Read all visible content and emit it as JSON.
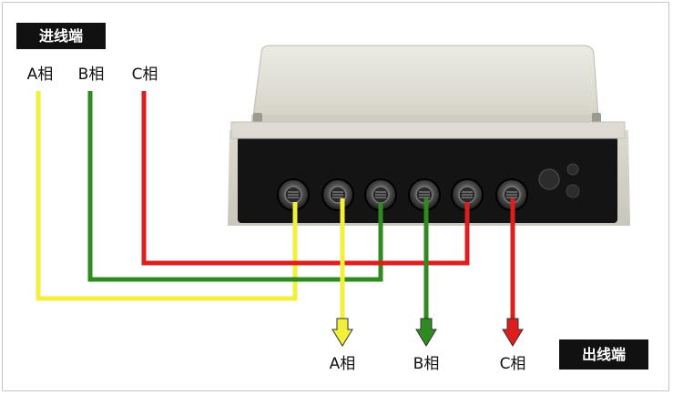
{
  "labels": {
    "inlet": "进线端",
    "outlet": "出线端",
    "in_phase_a": "A相",
    "in_phase_b": "B相",
    "in_phase_c": "C相",
    "out_phase_a": "A相",
    "out_phase_b": "B相",
    "out_phase_c": "C相"
  },
  "colors": {
    "phase_a": "#f4ee3c",
    "phase_b": "#2f8a1f",
    "phase_c": "#dd1e1e",
    "label_box": "#111111"
  },
  "icons": [
    "meter-device-icon",
    "terminal-screw-icon",
    "arrow-down-icon"
  ]
}
